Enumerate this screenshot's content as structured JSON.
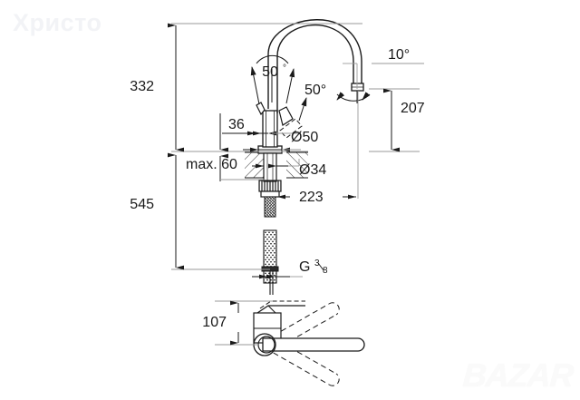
{
  "page": {
    "title": "Grohe kitchen mixer technical dimension drawing",
    "background_color": "#ffffff",
    "line_color": "#1a1a1a"
  },
  "watermarks": {
    "top_left": "Христо",
    "bottom_right": "BAZAR",
    "color": "#f2f3f6"
  },
  "dimensions": {
    "overall_height": "332",
    "total_length": "545",
    "spout_height": "207",
    "spout_reach": "223",
    "counter_thickness": "max. 60",
    "handle_clearance": "36",
    "lever_height": "107",
    "base_diameter": "Ø50",
    "shank_diameter": "Ø34",
    "thread_label_main": "G",
    "thread_label_numerator": "3",
    "thread_label_denominator": "8"
  },
  "angles": {
    "handle_left": "50",
    "handle_left_unit": "°",
    "handle_right": "50°",
    "spout_tilt": "10°"
  },
  "views": {
    "front_elevation": "front-elevation-view",
    "top_plan": "top-plan-view"
  },
  "chart_data": {
    "type": "table",
    "title": "Technical dimension callouts",
    "categories": [
      "332",
      "545",
      "207",
      "223",
      "max. 60",
      "36",
      "107",
      "Ø50",
      "Ø34",
      "G 3/8",
      "50°",
      "50°",
      "10°"
    ],
    "values": [
      332,
      545,
      207,
      223,
      60,
      36,
      107,
      50,
      34,
      0.375,
      50,
      50,
      10
    ]
  }
}
